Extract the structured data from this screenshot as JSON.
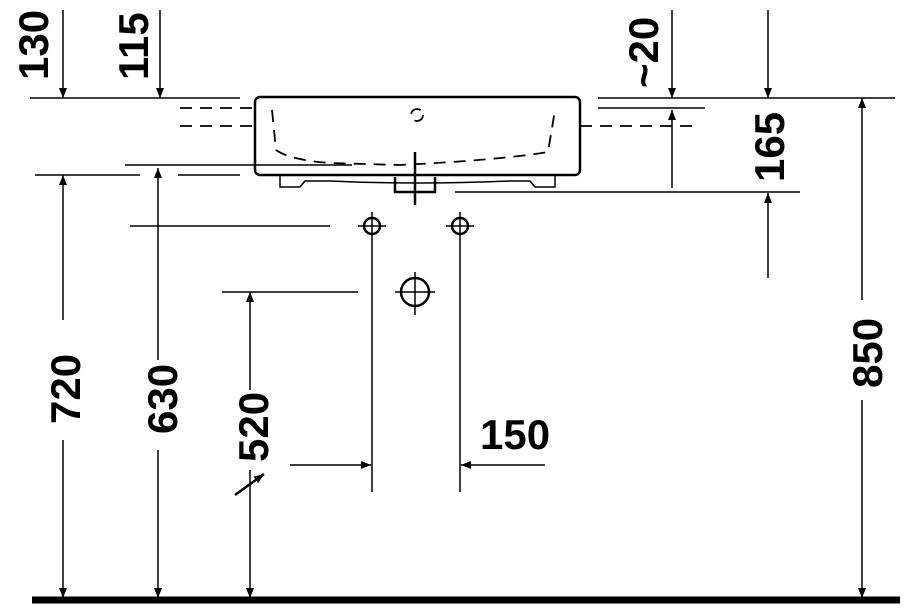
{
  "drawing": {
    "title": "Washbasin installation dimensions",
    "dimensions": {
      "d130": "130",
      "d115": "115",
      "d20": "~20",
      "d165": "165",
      "d720": "720",
      "d630": "630",
      "d520": "520",
      "d150": "150",
      "d850": "850"
    }
  }
}
